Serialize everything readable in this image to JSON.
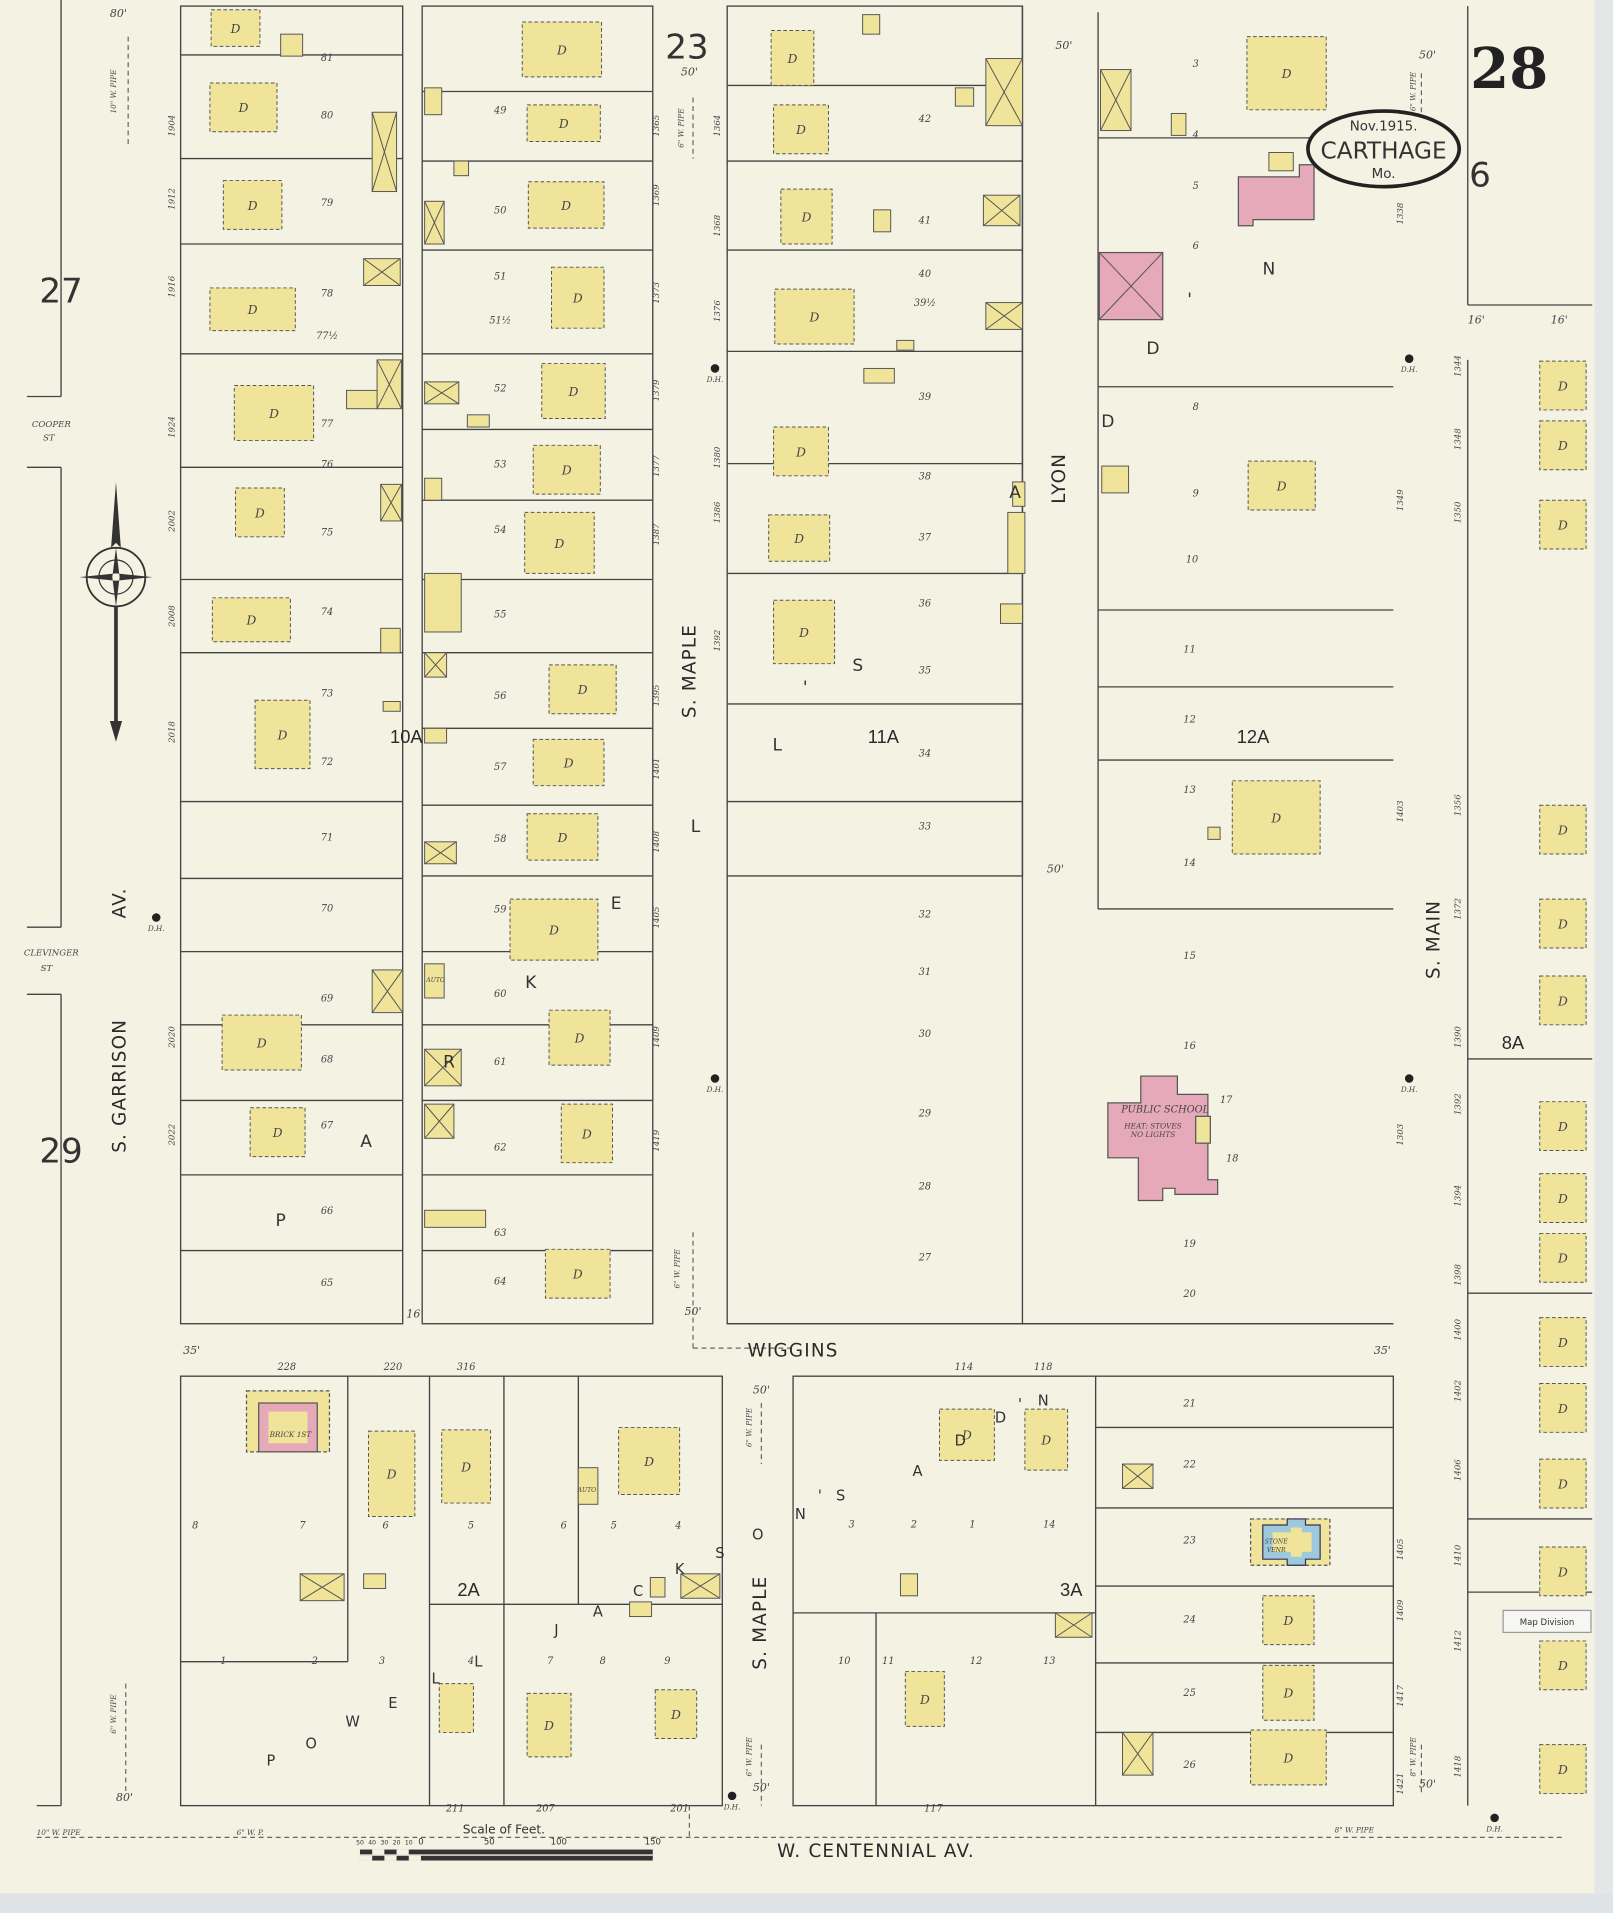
{
  "sheet": {
    "number": "28",
    "title_stamp": {
      "date": "Nov.1915.",
      "city": "CARTHAGE",
      "state": "Mo."
    },
    "adjoining_sheets": [
      "23",
      "27",
      "29",
      "6"
    ],
    "stamp_map_division": "Map Division",
    "colors": {
      "paper": "#f4f2e3",
      "frame_dwelling": "#efe49a",
      "brick": "#e6a9b9",
      "stone": "#9ec8dc",
      "lines": "#444444"
    }
  },
  "streets": {
    "garrison": "S. GARRISON",
    "garrison_suffix": "AV.",
    "maple_north": "S. MAPLE",
    "maple_south": "S. MAPLE",
    "lyon": "LYON",
    "main": "S. MAIN",
    "wiggins": "WIGGINS",
    "centennial": "W. CENTENNIAL   AV.",
    "cooper": [
      "COOPER",
      "ST"
    ],
    "clevinger": [
      "CLEVINGER",
      "ST"
    ]
  },
  "blocks": [
    "10A",
    "11A",
    "12A",
    "8A",
    "2A",
    "3A"
  ],
  "additions": {
    "parkells": [
      "P",
      "A",
      "R",
      "K",
      "E",
      "L",
      "L",
      "'",
      "S",
      "A",
      "D",
      "D",
      "'",
      "N"
    ],
    "powell_jackson": [
      "P",
      "O",
      "W",
      "E",
      "L",
      "L",
      "J",
      "A",
      "C",
      "K",
      "S",
      "O",
      "N",
      "'",
      "S",
      "A",
      "D",
      "D",
      "'",
      "N"
    ]
  },
  "lots": {
    "b10a_west": [
      "81",
      "80",
      "79",
      "78",
      "77½",
      "77",
      "76",
      "75",
      "74",
      "73",
      "72",
      "71",
      "70",
      "69",
      "68",
      "67",
      "66",
      "65"
    ],
    "b10a_east": [
      "49",
      "50",
      "51",
      "51½",
      "52",
      "53",
      "54",
      "55",
      "56",
      "57",
      "58",
      "59",
      "60",
      "61",
      "62",
      "63",
      "64"
    ],
    "b11a": [
      "42",
      "41",
      "40",
      "39½",
      "39",
      "38",
      "37",
      "36",
      "35",
      "34",
      "33",
      "32",
      "31",
      "30",
      "29",
      "28",
      "27"
    ],
    "b12a": [
      "3",
      "4",
      "5",
      "6",
      "8",
      "9",
      "10",
      "11",
      "12",
      "13",
      "14",
      "15",
      "16",
      "17",
      "18",
      "19",
      "20"
    ],
    "b2a": [
      "228",
      "220",
      "316",
      "8",
      "7",
      "6",
      "5",
      "6",
      "5",
      "4",
      "1",
      "2",
      "3",
      "4",
      "7",
      "8",
      "9",
      "211",
      "207",
      "201"
    ],
    "b3a": [
      "114",
      "118",
      "3",
      "2",
      "1",
      "14",
      "10",
      "11",
      "12",
      "13",
      "21",
      "22",
      "23",
      "24",
      "25",
      "26",
      "117"
    ]
  },
  "house_numbers": {
    "garrison": [
      "1904",
      "1912",
      "1916",
      "1924",
      "2002",
      "2008",
      "2018",
      "2020",
      "2022"
    ],
    "maple_west": [
      "1365",
      "1369",
      "1373",
      "1379",
      "1377",
      "1387",
      "1395",
      "1401",
      "1408",
      "1405",
      "1409",
      "1419"
    ],
    "maple_east": [
      "1364",
      "1368",
      "1376",
      "1380",
      "1386",
      "1392"
    ],
    "main_west": [
      "1338",
      "1349",
      "1403",
      "1303",
      "1405",
      "1409",
      "1417",
      "1421"
    ],
    "main_east": [
      "1344",
      "1348",
      "1350",
      "1356",
      "1372",
      "1390",
      "1392",
      "1394",
      "1398",
      "1400",
      "1402",
      "1406",
      "1410",
      "1412",
      "1418"
    ]
  },
  "dimensions": [
    "80'",
    "50'",
    "50'",
    "50'",
    "50'",
    "16'",
    "35'",
    "35'",
    "50'",
    "50'",
    "50'",
    "50'",
    "80'",
    "16'",
    "16'"
  ],
  "pipes": [
    "10\" W. PIPE",
    "6\" W. PIPE",
    "6\" W. PIPE",
    "6\" W. PIPE",
    "6\" W. PIPE",
    "6\" W. PIPE",
    "6\" W. PIPE",
    "10\" W. PIPE",
    "6\" W. P.",
    "8\" W. PIPE",
    "8\" W. PIPE"
  ],
  "hydrant_label": "D.H.",
  "building_labels": {
    "dwelling": "D",
    "school": "PUBLIC SCHOOL",
    "school_note": [
      "HEAT: STOVES",
      "NO LIGHTS"
    ],
    "brick": "BRICK 1ST",
    "stone": [
      "STONE",
      "VENR"
    ],
    "auto": "AUTO"
  },
  "scale": {
    "title": "Scale of Feet.",
    "ticks": [
      "50",
      "40",
      "30",
      "20",
      "10",
      "0",
      "50",
      "100",
      "150"
    ]
  }
}
